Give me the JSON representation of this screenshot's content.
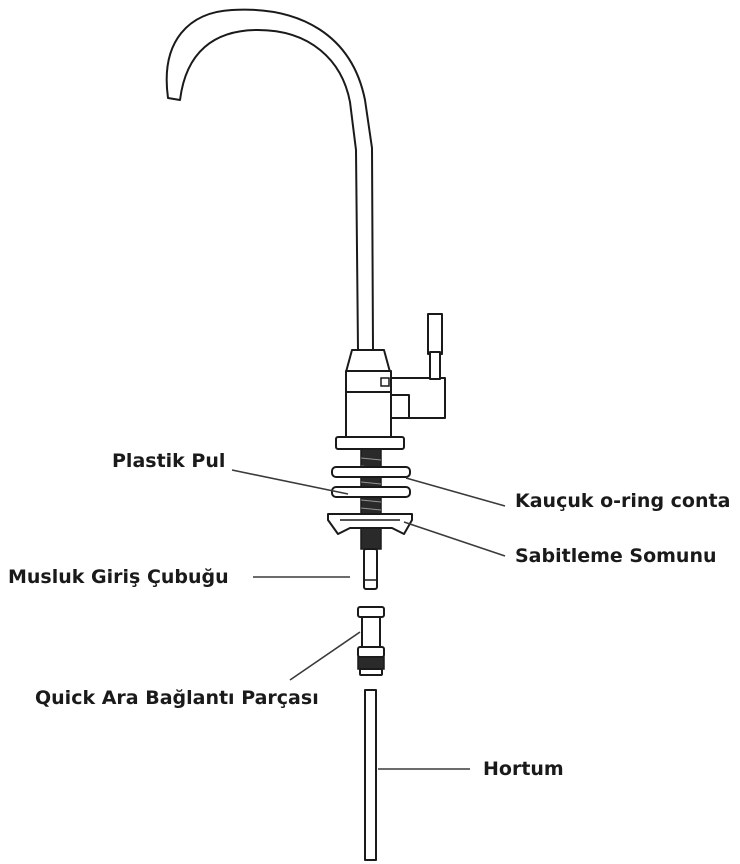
{
  "labels": {
    "plastik_pul": "Plastik Pul",
    "kaucuk_oring": "Kauçuk o-ring conta",
    "sabitleme_somunu": "Sabitleme Somunu",
    "musluk_giris": "Musluk Giriş Çubuğu",
    "quick_ara": "Quick Ara Bağlantı Parçası",
    "hortum": "Hortum"
  },
  "colors": {
    "line": "#1a1a1a",
    "thread": "#2a2a2a",
    "background": "#ffffff"
  }
}
